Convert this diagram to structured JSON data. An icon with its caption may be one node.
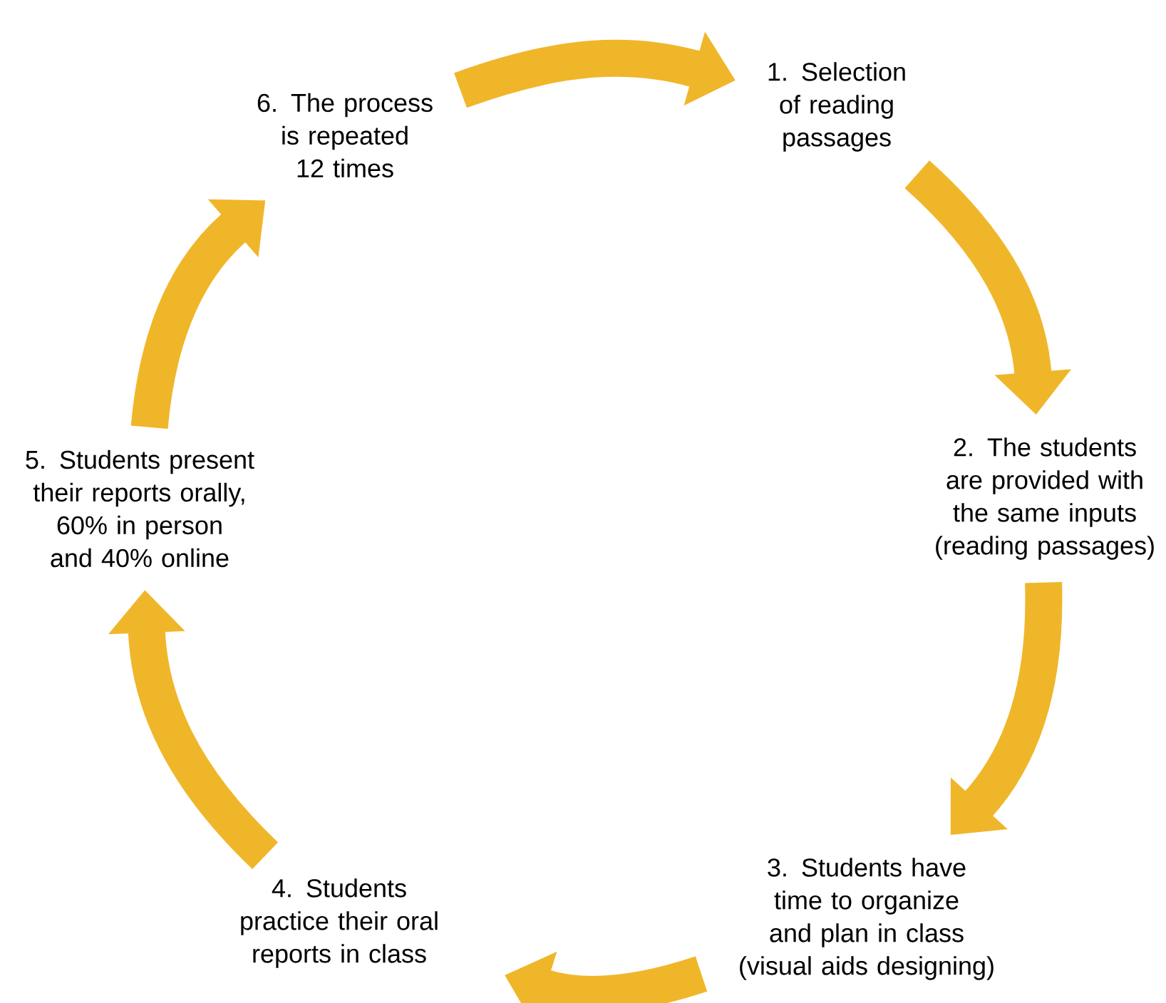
{
  "diagram": {
    "nodes": [
      {
        "text": [
          "1. Selection of reading passages"
        ]
      },
      {
        "text": [
          "2. The students are provided with the same inputs (reading passages)"
        ]
      },
      {
        "text": [
          "3. Students have time to organize and plan in class (visual aids designing)"
        ]
      },
      {
        "text": [
          "4. Students practice their oral reports in class"
        ]
      },
      {
        "text": [
          "5. Students present their reports orally, 60% in person and 40% online"
        ]
      },
      {
        "text": [
          "6. The process is repeated 12 times"
        ]
      }
    ],
    "edges": [
      {
        "from": 0,
        "to": 1,
        "arrow": "to"
      },
      {
        "from": 1,
        "to": 2,
        "arrow": "to"
      },
      {
        "from": 2,
        "to": 3,
        "arrow": "to"
      },
      {
        "from": 3,
        "to": 4,
        "arrow": "to"
      },
      {
        "from": 4,
        "to": 5,
        "arrow": "to"
      },
      {
        "from": 5,
        "to": 0,
        "arrow": "to"
      }
    ]
  }
}
